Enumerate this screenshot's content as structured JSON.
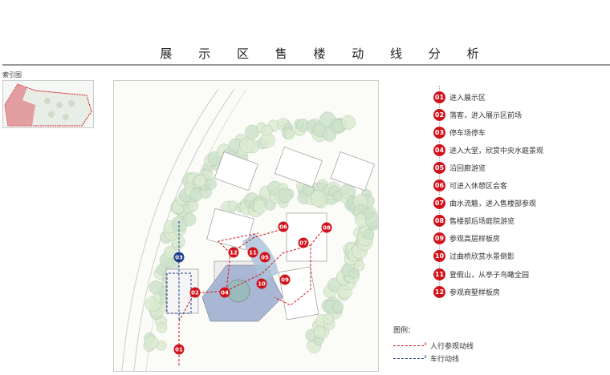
{
  "title": "展 示 区 售 楼 动 线 分 析",
  "index_map": {
    "label": "索引图"
  },
  "route_steps": [
    {
      "num": "01",
      "text": "进入展示区"
    },
    {
      "num": "02",
      "text": "落客，进入展示区前场"
    },
    {
      "num": "03",
      "text": "停车场停车"
    },
    {
      "num": "04",
      "text": "进入大堂，欣赏中央水庭景观"
    },
    {
      "num": "05",
      "text": "沿回廊游览"
    },
    {
      "num": "06",
      "text": "可进入休憩区会客"
    },
    {
      "num": "07",
      "text": "曲水流觞，进入售楼部参观"
    },
    {
      "num": "08",
      "text": "售楼部后场庭院游览"
    },
    {
      "num": "09",
      "text": "参观高层样板房"
    },
    {
      "num": "10",
      "text": "过曲桥欣赏水景倒影"
    },
    {
      "num": "11",
      "text": "登假山，从亭子鸟瞰全园"
    },
    {
      "num": "12",
      "text": "参观商墅样板房"
    }
  ],
  "legend": {
    "title": "图例：",
    "pedestrian": {
      "label": "人行参观动线",
      "color": "#d0121b"
    },
    "vehicle": {
      "label": "车行动线",
      "color": "#1d3a8a"
    }
  }
}
